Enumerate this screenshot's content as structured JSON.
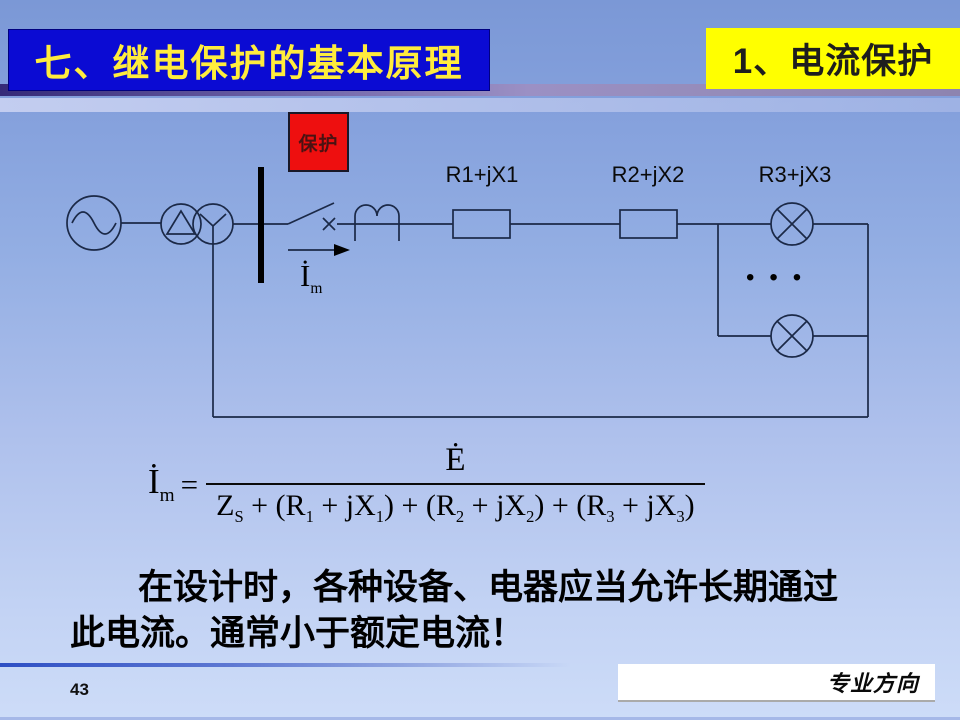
{
  "header": {
    "left_title": "七、继电保护的基本原理",
    "right_title": "1、电流保护",
    "left_bg": "#0b0bd3",
    "left_color": "#ffec3d",
    "right_bg": "#ffff00",
    "right_color": "#1e1e1e"
  },
  "diagram": {
    "protection_label": "保护",
    "protection_box_color": "#ee0f0f",
    "impedance_labels": [
      "R1+jX1",
      "R2+jX2",
      "R3+jX3"
    ],
    "current_label": {
      "base": "İ",
      "sub": "m"
    },
    "ellipsis": "•••",
    "line_color": "#1b2947"
  },
  "formula": {
    "lhs_base": "İ",
    "lhs_sub": "m",
    "equals": "=",
    "numerator": "Ė",
    "den_parts": [
      {
        "t": "Z",
        "sub": "S"
      },
      {
        "t": " + (R",
        "sub": "1"
      },
      {
        "t": " + jX",
        "sub": "1"
      },
      {
        "t": ") + (R",
        "sub": "2"
      },
      {
        "t": " + jX",
        "sub": "2"
      },
      {
        "t": ") + (R",
        "sub": "3"
      },
      {
        "t": " + jX",
        "sub": "3"
      },
      {
        "t": ")",
        "sub": ""
      }
    ]
  },
  "body": {
    "line1": "在设计时，各种设备、电器应当允许长期通过",
    "line2": "此电流。通常小于额定电流！"
  },
  "footer": {
    "page_number": "43",
    "watermark": "专业方向"
  }
}
